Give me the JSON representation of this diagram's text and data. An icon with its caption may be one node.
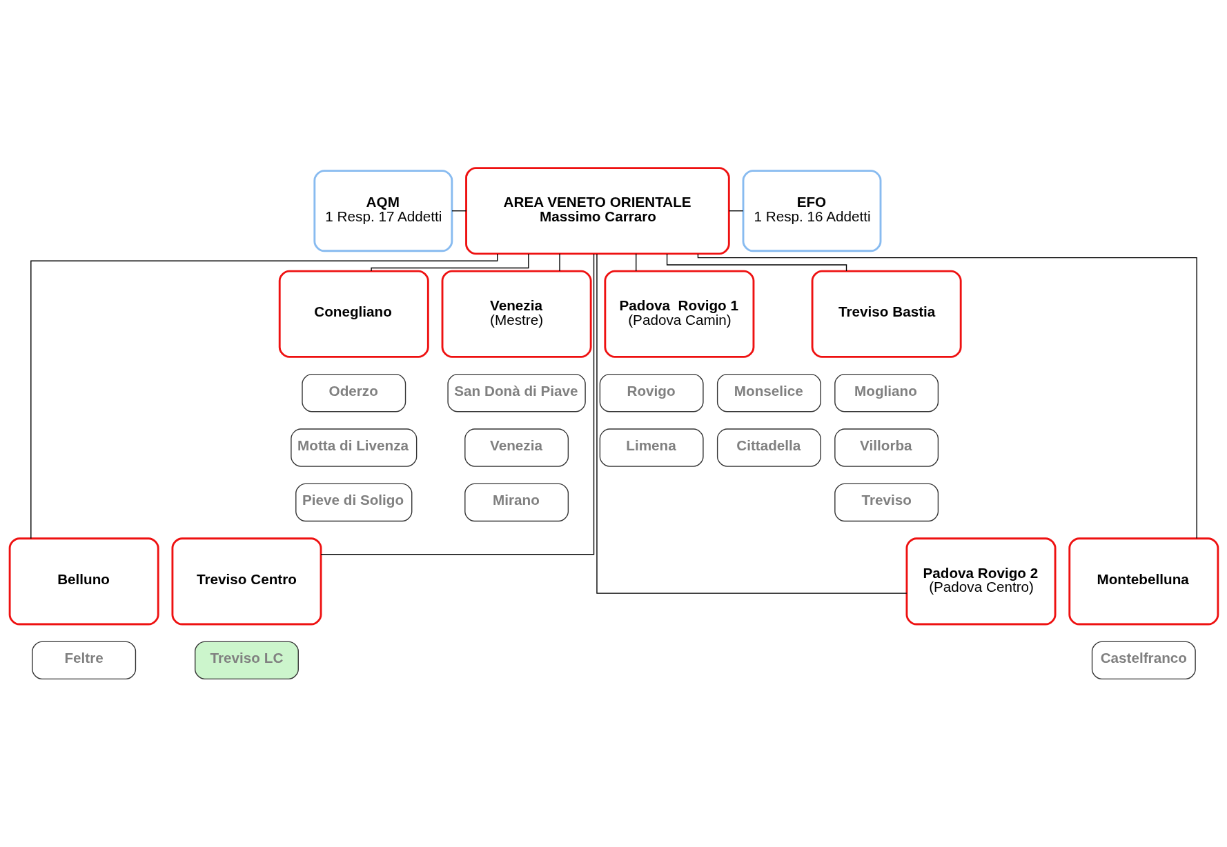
{
  "diagram": {
    "nodes": [
      {
        "text": [
          "AREA VENETO ORIENTALE",
          "Massimo Carraro"
        ]
      },
      {
        "text": [
          "AQM",
          "1 Resp. 17 Addetti"
        ]
      },
      {
        "text": [
          "EFO",
          "1 Resp. 16 Addetti"
        ]
      },
      {
        "text": [
          "Conegliano"
        ]
      },
      {
        "text": [
          "Padova  Rovigo 1",
          "(Padova Camin)"
        ]
      },
      {
        "text": [
          "Venezia",
          "(Mestre)"
        ]
      },
      {
        "text": [
          "Treviso Bastia"
        ]
      },
      {
        "text": [
          "Oderzo"
        ]
      },
      {
        "text": [
          "Motta di Livenza"
        ]
      },
      {
        "text": [
          "Pieve di Soligo"
        ]
      },
      {
        "text": [
          "Monselice"
        ]
      },
      {
        "text": [
          "Rovigo"
        ]
      },
      {
        "text": [
          "Cittadella"
        ]
      },
      {
        "text": [
          "Limena"
        ]
      },
      {
        "text": [
          "San Donà di Piave"
        ]
      },
      {
        "text": [
          "Venezia"
        ]
      },
      {
        "text": [
          "Mirano"
        ]
      },
      {
        "text": [
          "Mogliano"
        ]
      },
      {
        "text": [
          "Villorba"
        ]
      },
      {
        "text": [
          "Treviso"
        ]
      },
      {
        "text": [
          "Belluno"
        ]
      },
      {
        "text": [
          "Montebelluna"
        ]
      },
      {
        "text": [
          "Padova Rovigo 2",
          "(Padova Centro)"
        ]
      },
      {
        "text": [
          "Treviso Centro"
        ]
      },
      {
        "text": [
          "Feltre"
        ]
      },
      {
        "text": [
          "Castelfranco"
        ]
      },
      {
        "text": [
          "Treviso LC"
        ]
      }
    ],
    "edges": [
      {
        "from": 1,
        "to": 0,
        "arrow": "none"
      },
      {
        "from": 0,
        "to": 2,
        "arrow": "none"
      },
      {
        "from": 0,
        "to": 3,
        "arrow": "none"
      },
      {
        "from": 0,
        "to": 4,
        "arrow": "none"
      },
      {
        "from": 0,
        "to": 5,
        "arrow": "none"
      },
      {
        "from": 0,
        "to": 6,
        "arrow": "none"
      },
      {
        "from": 0,
        "to": 20,
        "arrow": "none"
      },
      {
        "from": 0,
        "to": 21,
        "arrow": "none"
      },
      {
        "from": 0,
        "to": 22,
        "arrow": "none"
      },
      {
        "from": 0,
        "to": 23,
        "arrow": "none"
      }
    ]
  }
}
